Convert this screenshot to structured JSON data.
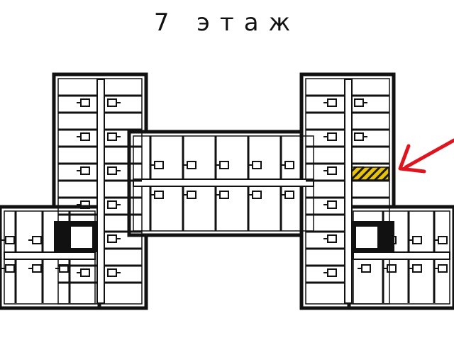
{
  "page": {
    "title": "7 этаж"
  },
  "colors": {
    "wall": "#111111",
    "room_fill": "#ffffff",
    "highlight": "#e8c30a",
    "highlight_stripe": "#1a1a1a",
    "arrow": "#e0141e"
  },
  "plan": {
    "highlighted_unit": "yellow-hatched-apartment",
    "pointer": "red-arrow-pointing-to-unit"
  }
}
